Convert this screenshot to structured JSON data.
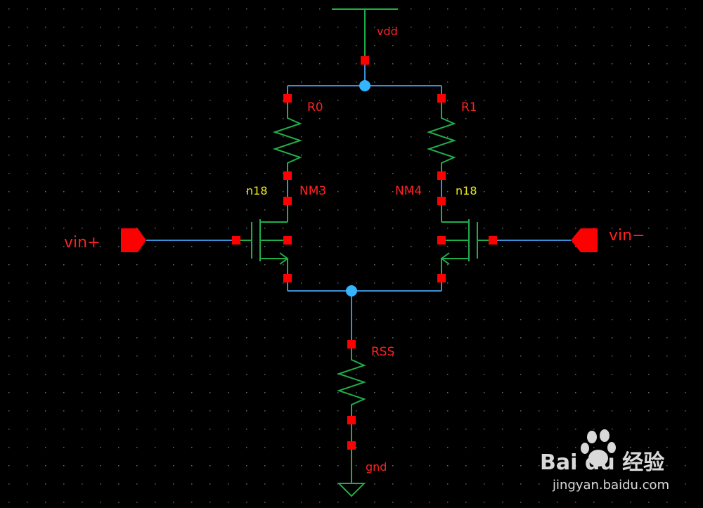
{
  "schematic": {
    "colors": {
      "background": "#000000",
      "wire": "#3a8fd6",
      "device": "#1fae4a",
      "pin": "#ff0000",
      "label_red": "#ff2222",
      "label_yellow": "#e8e820",
      "junction": "#33b5ff"
    },
    "supply": {
      "label": "vdd"
    },
    "ground": {
      "label": "gnd"
    },
    "resistors": {
      "r0": {
        "label": "R0"
      },
      "r1": {
        "label": "R1"
      },
      "rss": {
        "label": "RSS"
      }
    },
    "transistors": {
      "nm3": {
        "name": "NM3",
        "model": "n18"
      },
      "nm4": {
        "name": "NM4",
        "model": "n18"
      }
    },
    "ports": {
      "vin_plus": {
        "label": "vin+"
      },
      "vin_minus": {
        "label": "vin−"
      }
    },
    "watermark": {
      "brand": "Bai du 经验",
      "url": "jingyan.baidu.com"
    }
  }
}
